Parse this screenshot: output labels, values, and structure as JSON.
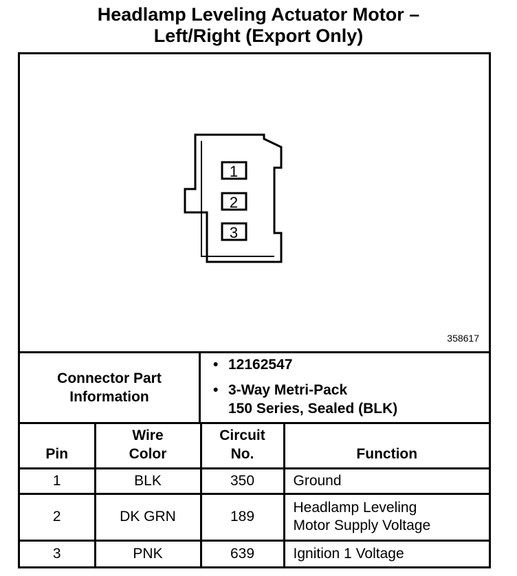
{
  "title": {
    "line1": "Headlamp Leveling Actuator Motor –",
    "line2": "Left/Right (Export Only)"
  },
  "diagram": {
    "id": "358617",
    "pins": [
      "1",
      "2",
      "3"
    ]
  },
  "connector_info": {
    "label_line1": "Connector Part",
    "label_line2": "Information",
    "bullet_symbol": "•",
    "part_number": "12162547",
    "description_line1": "3-Way Metri-Pack",
    "description_line2": "150 Series, Sealed (BLK)"
  },
  "table": {
    "headers": {
      "pin": "Pin",
      "wire_color_line1": "Wire",
      "wire_color_line2": "Color",
      "circuit_line1": "Circuit",
      "circuit_line2": "No.",
      "function": "Function"
    },
    "rows": [
      {
        "pin": "1",
        "wire_color": "BLK",
        "circuit": "350",
        "function_line1": "Ground",
        "function_line2": ""
      },
      {
        "pin": "2",
        "wire_color": "DK GRN",
        "circuit": "189",
        "function_line1": "Headlamp Leveling",
        "function_line2": "Motor Supply Voltage"
      },
      {
        "pin": "3",
        "wire_color": "PNK",
        "circuit": "639",
        "function_line1": "Ignition 1 Voltage",
        "function_line2": ""
      }
    ]
  }
}
